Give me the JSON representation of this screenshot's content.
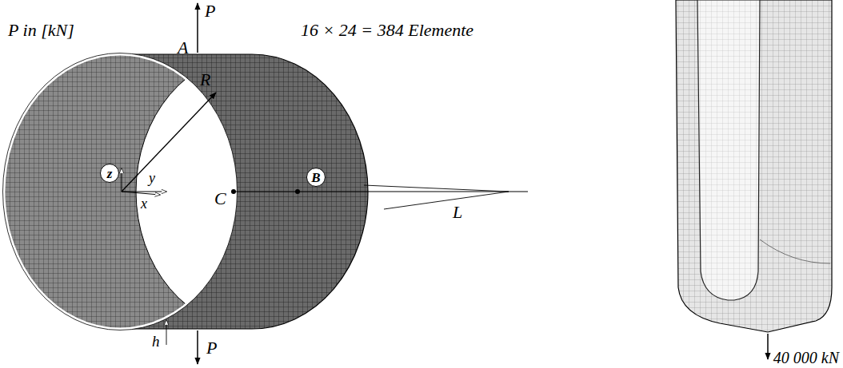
{
  "diagram": {
    "nodes": [
      {
        "text": [
          "z"
        ]
      },
      {
        "text": [
          "B"
        ]
      }
    ],
    "labels": [
      "P in [kN]",
      "P",
      "A",
      "16 × 24 = 384 Elemente",
      "R",
      "y",
      "x",
      "C",
      "L",
      "h",
      "P",
      "40 000 kN"
    ]
  }
}
